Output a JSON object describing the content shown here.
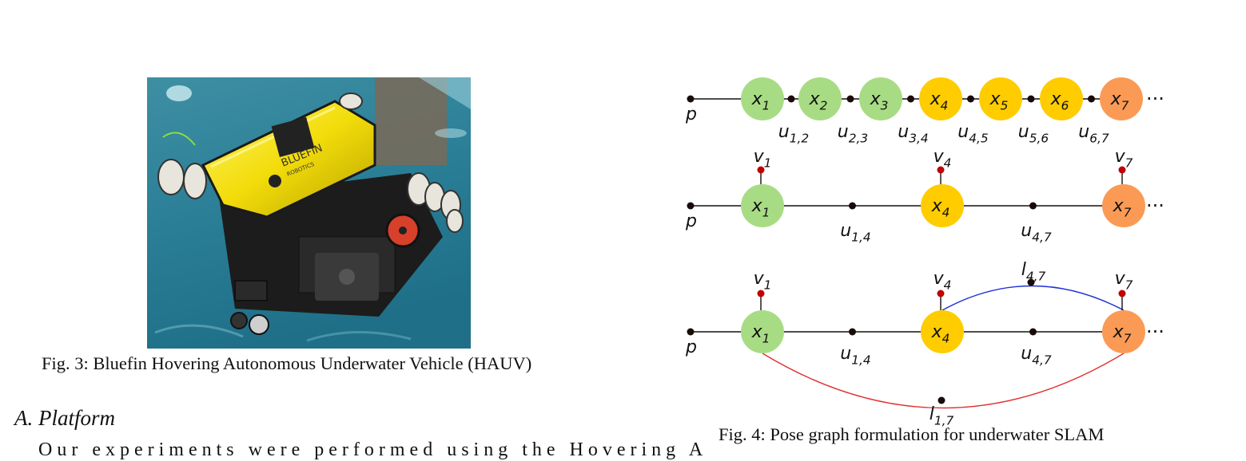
{
  "figures": {
    "fig3": {
      "caption": "Fig. 3: Bluefin Hovering Autonomous Underwater Vehicle (HAUV)",
      "photo_alt": "Yellow Bluefin Robotics hovering autonomous underwater vehicle in a pool",
      "photo_logo_text": [
        "BLUEFIN",
        "ROBOTICS"
      ]
    },
    "fig4": {
      "caption": "Fig. 4: Pose graph formulation for underwater SLAM",
      "colors": {
        "green": "#a8dc84",
        "yellow": "#ffcc00",
        "orange": "#fb9a55",
        "blue_edge": "#1f2fd6",
        "red_edge": "#e03030",
        "prior_dot": "#c00000"
      },
      "ellipsis": "···",
      "prior_label": "p",
      "row1": {
        "nodes": [
          {
            "var": "x",
            "sub": "1"
          },
          {
            "var": "x",
            "sub": "2"
          },
          {
            "var": "x",
            "sub": "3"
          },
          {
            "var": "x",
            "sub": "4"
          },
          {
            "var": "x",
            "sub": "5"
          },
          {
            "var": "x",
            "sub": "6"
          },
          {
            "var": "x",
            "sub": "7"
          }
        ],
        "factors": [
          {
            "var": "u",
            "sub": "1,2"
          },
          {
            "var": "u",
            "sub": "2,3"
          },
          {
            "var": "u",
            "sub": "3,4"
          },
          {
            "var": "u",
            "sub": "4,5"
          },
          {
            "var": "u",
            "sub": "5,6"
          },
          {
            "var": "u",
            "sub": "6,7"
          }
        ]
      },
      "row2": {
        "nodes": [
          {
            "var": "x",
            "sub": "1"
          },
          {
            "var": "x",
            "sub": "4"
          },
          {
            "var": "x",
            "sub": "7"
          }
        ],
        "factors": [
          {
            "var": "u",
            "sub": "1,4"
          },
          {
            "var": "u",
            "sub": "4,7"
          }
        ],
        "priors": [
          {
            "var": "v",
            "sub": "1"
          },
          {
            "var": "v",
            "sub": "4"
          },
          {
            "var": "v",
            "sub": "7"
          }
        ]
      },
      "row3": {
        "nodes": [
          {
            "var": "x",
            "sub": "1"
          },
          {
            "var": "x",
            "sub": "4"
          },
          {
            "var": "x",
            "sub": "7"
          }
        ],
        "factors": [
          {
            "var": "u",
            "sub": "1,4"
          },
          {
            "var": "u",
            "sub": "4,7"
          }
        ],
        "priors": [
          {
            "var": "v",
            "sub": "1"
          },
          {
            "var": "v",
            "sub": "4"
          },
          {
            "var": "v",
            "sub": "7"
          }
        ],
        "loop_closures": [
          {
            "var": "l",
            "sub": "4,7"
          },
          {
            "var": "l",
            "sub": "1,7"
          }
        ]
      }
    }
  },
  "section": {
    "heading": "A.  Platform"
  },
  "body": {
    "partial_line": "Our experiments were performed using the Hovering A"
  }
}
